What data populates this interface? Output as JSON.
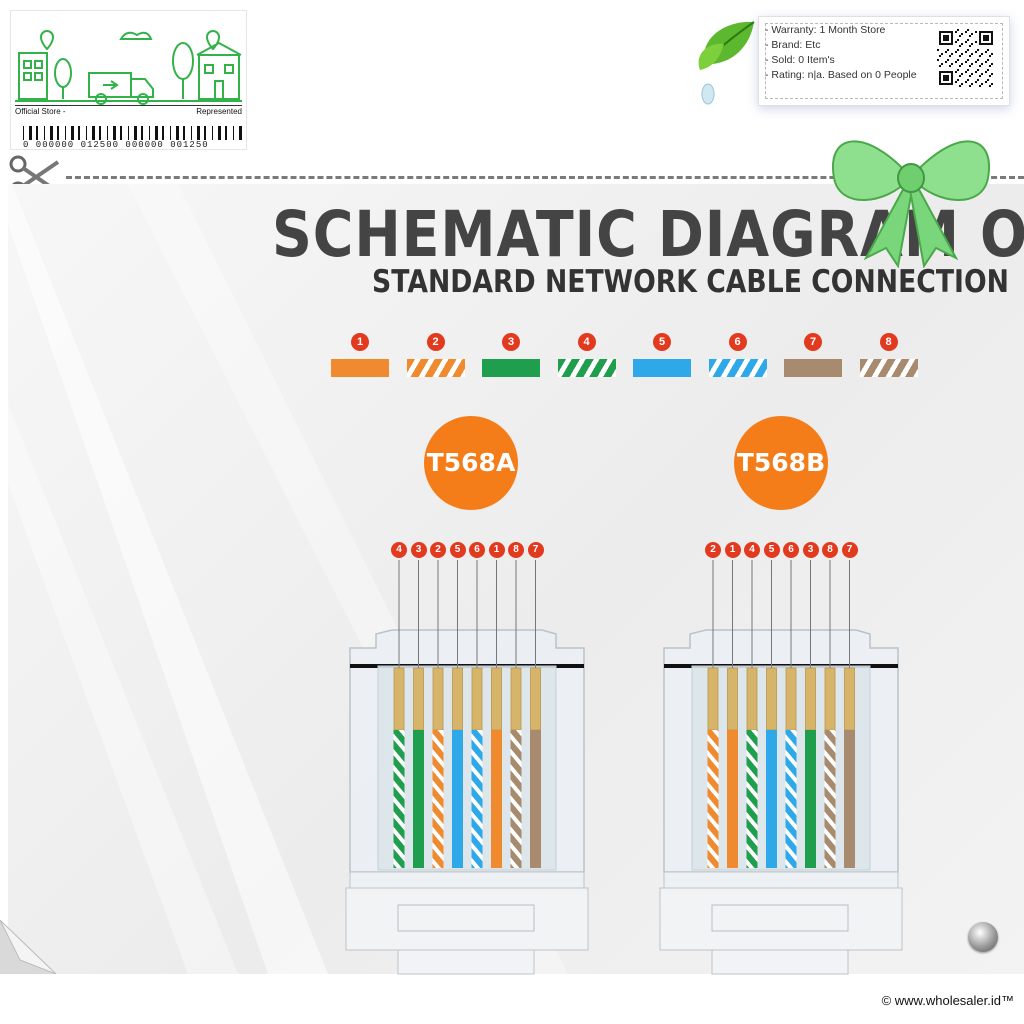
{
  "store": {
    "official_label": "Official Store -",
    "represented_label": "Represented",
    "barcode_text": "0 000000 012500 000000 001250"
  },
  "info": {
    "warranty": "- Warranty: 1 Month Store",
    "brand": "- Brand: Etc",
    "sold": "- Sold: 0 Item's",
    "rating": "- Rating: n|a. Based on 0 People"
  },
  "diagram": {
    "title": "SCHEMATIC DIAGRAM OF",
    "subtitle": "STANDARD NETWORK CABLE CONNECTION",
    "legend": [
      {
        "num": "1",
        "color": "#f08a2e",
        "striped": false
      },
      {
        "num": "2",
        "color": "#f08a2e",
        "striped": true
      },
      {
        "num": "3",
        "color": "#1f9e4e",
        "striped": false
      },
      {
        "num": "4",
        "color": "#1f9e4e",
        "striped": true
      },
      {
        "num": "5",
        "color": "#2ea8e8",
        "striped": false
      },
      {
        "num": "6",
        "color": "#2ea8e8",
        "striped": true
      },
      {
        "num": "7",
        "color": "#a88a6e",
        "striped": false
      },
      {
        "num": "8",
        "color": "#a88a6e",
        "striped": true
      }
    ],
    "standards": [
      {
        "label": "T568A",
        "pins": [
          "4",
          "3",
          "2",
          "5",
          "6",
          "1",
          "8",
          "7"
        ]
      },
      {
        "label": "T568B",
        "pins": [
          "2",
          "1",
          "4",
          "5",
          "6",
          "3",
          "8",
          "7"
        ]
      }
    ]
  },
  "footer": {
    "copyright": "© www.wholesaler.id™"
  }
}
